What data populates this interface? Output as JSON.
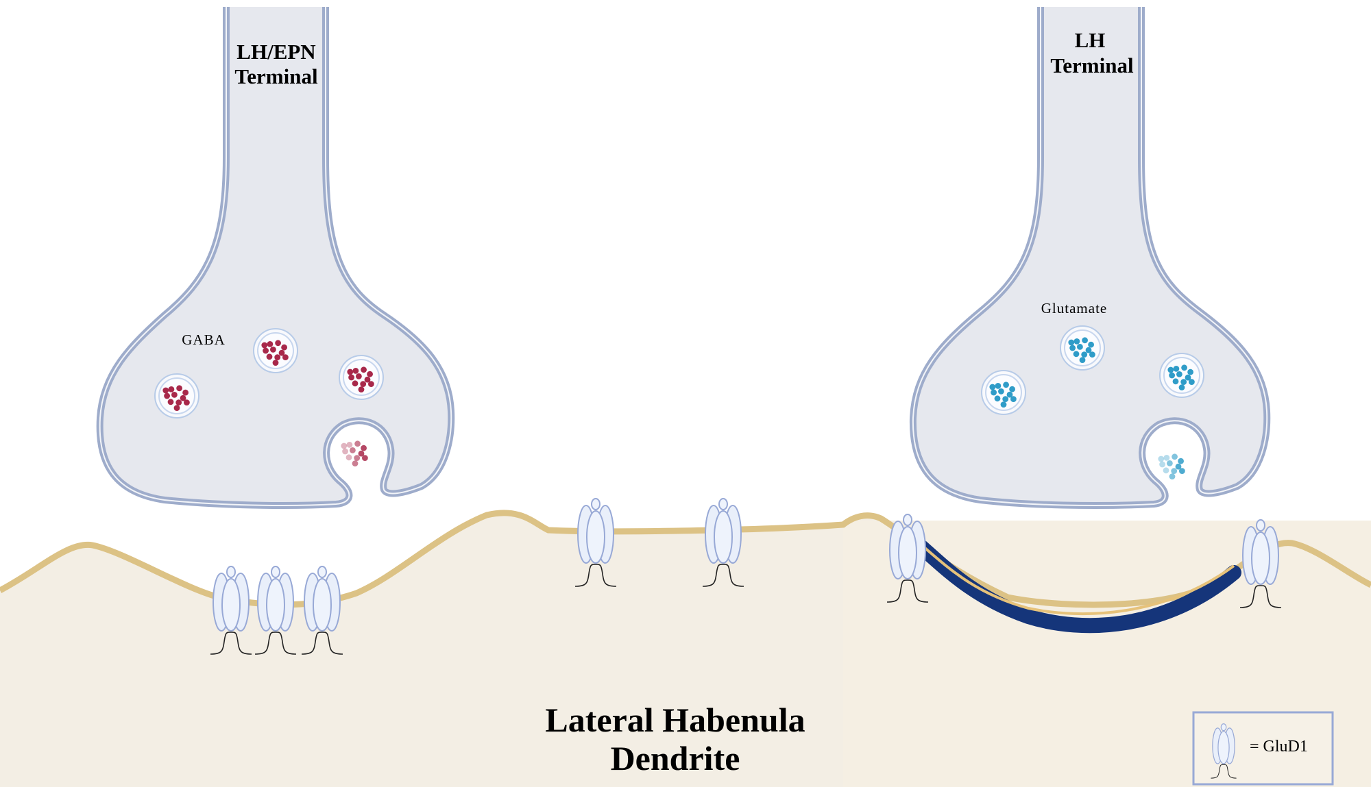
{
  "terminals": {
    "left": {
      "name_line1": "LH/EPN",
      "name_line2": "Terminal",
      "neurotransmitter": "GABA"
    },
    "right": {
      "name_line1": "LH",
      "name_line2": "Terminal",
      "neurotransmitter": "Glutamate"
    }
  },
  "dendrite": {
    "title_line1": "Lateral Habenula",
    "title_line2": "Dendrite"
  },
  "legend": {
    "label": "= GluD1",
    "icon": "glud1-receptor-icon"
  },
  "colors": {
    "terminal_fill": "#e6e8ee",
    "terminal_outline": "#9eaccb",
    "dendrite_fill": "#f3eee4",
    "membrane": "#dcc285",
    "membrane_highlight": "#e6c27a",
    "psd": "#15357a",
    "gaba_vesicle": "#a8284a",
    "glutamate_vesicle": "#2f9cc8",
    "receptor_fill": "#e9effa",
    "receptor_outline": "#98a9d6"
  }
}
